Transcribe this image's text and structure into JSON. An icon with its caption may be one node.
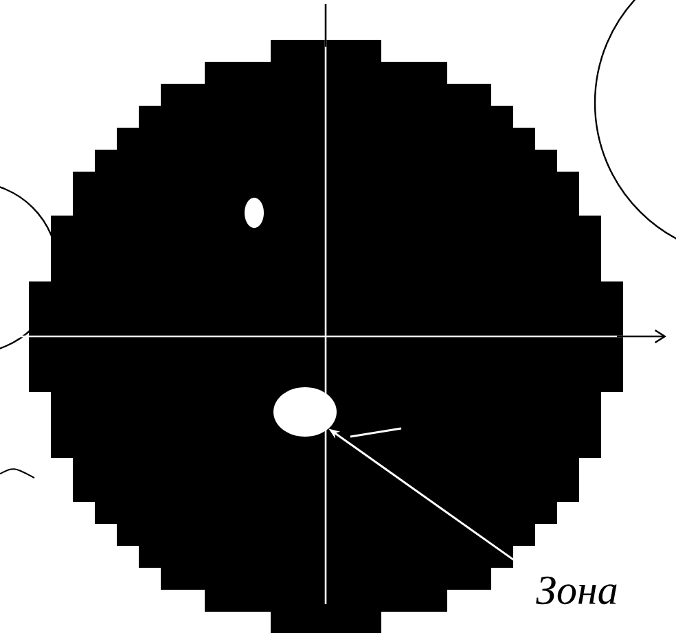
{
  "diagram": {
    "nodes": [
      {
        "text": [
          "Зона"
        ]
      },
      {
        "text": [],
        "shape": "circle"
      },
      {
        "text": [],
        "shape": "circle"
      },
      {
        "text": [],
        "shape": "circle"
      }
    ],
    "edges": [
      {
        "from": 0,
        "to": 1,
        "arrow": "to"
      }
    ]
  }
}
